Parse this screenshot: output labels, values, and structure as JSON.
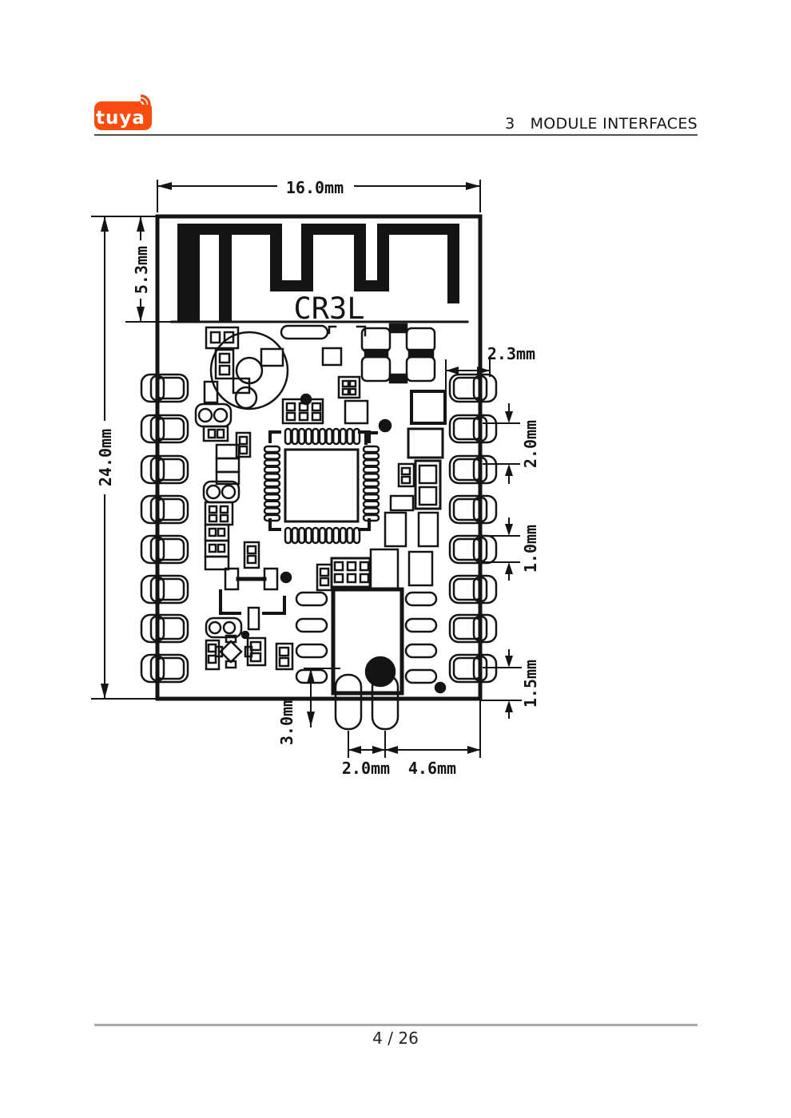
{
  "header": {
    "logo_text": "tuya",
    "section_number": "3",
    "section_title": "MODULE INTERFACES"
  },
  "drawing": {
    "module_label": "CR3L",
    "dimensions": {
      "board_width": "16.0mm",
      "antenna_height": "5.3mm",
      "board_height": "24.0mm",
      "pad_width": "2.3mm",
      "pad_pitch": "2.0mm",
      "pad_height": "1.0mm",
      "bottom_pad_offset": "1.5mm",
      "pin_length": "3.0mm",
      "pin_pitch": "2.0mm",
      "pin_to_edge": "4.6mm"
    }
  },
  "footer": {
    "page_indicator": "4 / 26"
  },
  "colors": {
    "logo_orange": "#f84c10",
    "line_black": "#141414",
    "rule_gray": "#a9a9a9"
  }
}
